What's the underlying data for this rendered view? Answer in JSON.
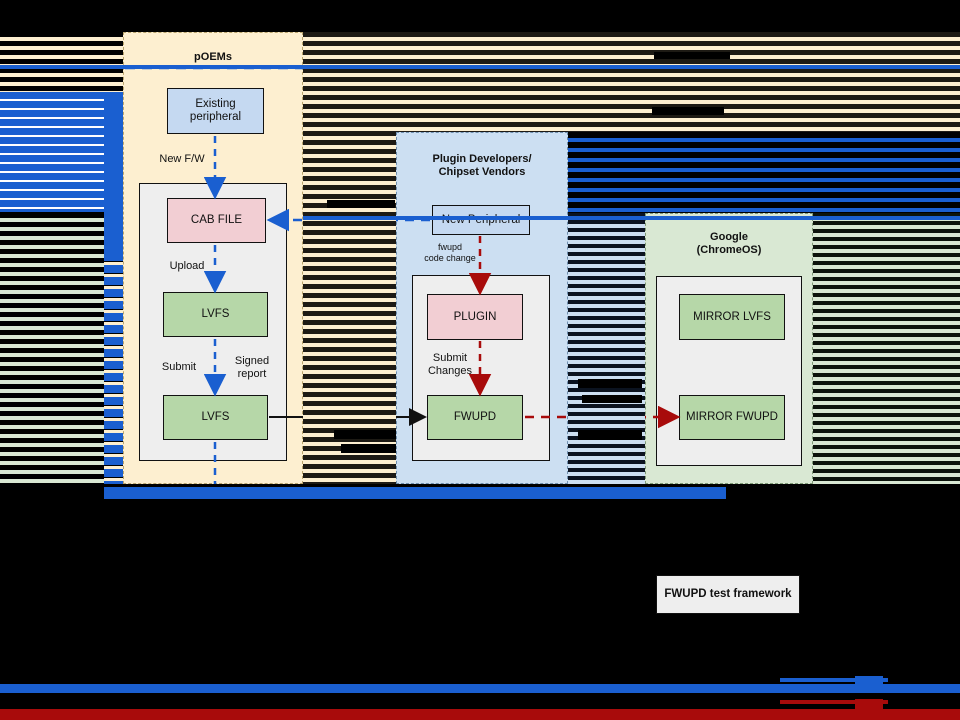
{
  "diagram": {
    "title_visible": false,
    "panels": [
      {
        "id": "poems",
        "label": "pOEMs"
      },
      {
        "id": "plugin",
        "label": "Plugin Developers/\nChipset Vendors"
      },
      {
        "id": "google",
        "label": "Google\n(ChromeOS)"
      }
    ],
    "nodes": {
      "existing_peripheral": "Existing\nperipheral",
      "cab_file": "CAB FILE",
      "lvfs_upper": "LVFS",
      "lvfs_lower": "LVFS",
      "new_peripheral": "New Peripheral",
      "plugin": "PLUGIN",
      "fwupd": "FWUPD",
      "mirror_lvfs": "MIRROR LVFS",
      "mirror_fwupd": "MIRROR FWUPD",
      "test_framework": "FWUPD test framework"
    },
    "edge_labels": {
      "new_fw": "New F/W",
      "upload": "Upload",
      "submit": "Submit",
      "signed_report": "Signed\nreport",
      "fwupd_code_change": "fwupd\ncode change",
      "submit_changes": "Submit\nChanges"
    },
    "colors": {
      "accent_blue": "#1a5fd0",
      "accent_red": "#a80b0b",
      "panel_poems_fill": "#fdefd0",
      "panel_plugin_fill": "#ccdff2",
      "panel_google_fill": "#d9e8d3",
      "node_blue_fill": "#c5d9f1",
      "node_pink_fill": "#f2ced3",
      "node_green_fill": "#b6d7a8",
      "inner_fill": "#eeeeee",
      "background": "#000000"
    }
  }
}
